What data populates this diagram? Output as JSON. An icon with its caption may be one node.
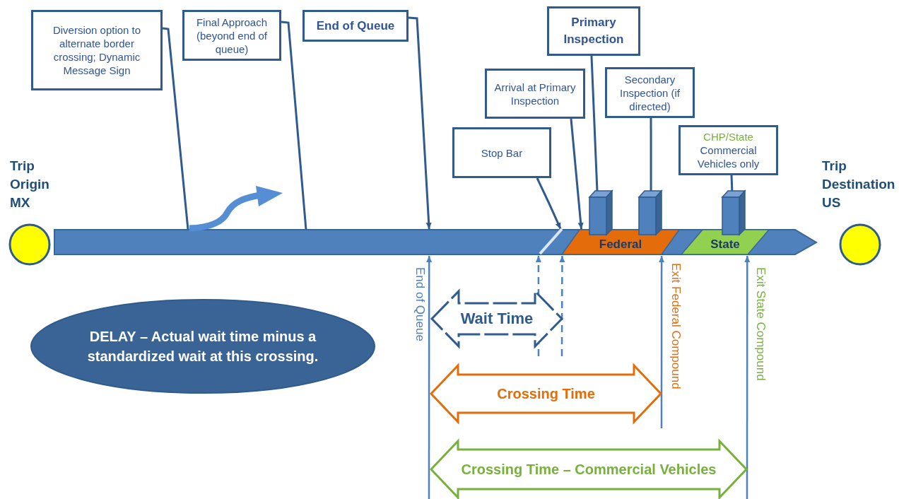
{
  "diagram": {
    "nodes": [
      {
        "text": [
          "Trip Origin MX"
        ]
      },
      {
        "text": [],
        "shape": "bar"
      },
      {
        "text": [
          "Federal"
        ],
        "in": 1
      },
      {
        "text": [
          "State"
        ],
        "in": 1
      },
      {
        "text": [
          "Trip Destination US"
        ]
      },
      {
        "text": [
          "Diversion option to alternate border crossing; Dynamic Message Sign"
        ]
      },
      {
        "text": [
          "Final Approach (beyond end of queue)"
        ]
      },
      {
        "text": [
          "End of Queue"
        ]
      },
      {
        "text": [
          "Primary Inspection"
        ]
      },
      {
        "text": [
          "Arrival at Primary Inspection"
        ]
      },
      {
        "text": [
          "Secondary Inspection (if directed)"
        ]
      },
      {
        "text": [
          "Stop Bar"
        ]
      },
      {
        "text": [
          "CHP/State",
          "Commercial Vehicles only"
        ]
      },
      {
        "text": [],
        "shape": "box"
      },
      {
        "text": [],
        "shape": "box"
      },
      {
        "text": [],
        "shape": "box"
      },
      {
        "text": [
          "Wait Time"
        ]
      },
      {
        "text": [
          "Crossing Time"
        ]
      },
      {
        "text": [
          "Crossing Time – Commercial Vehicles"
        ]
      },
      {
        "text": [
          "DELAY – Actual wait time minus a standardized wait at this crossing."
        ]
      }
    ],
    "edges": [
      {
        "from": 5,
        "to": 1,
        "arrow": "none"
      },
      {
        "from": 6,
        "to": 1,
        "arrow": "none"
      },
      {
        "from": 7,
        "to": 1,
        "arrow": "to"
      },
      {
        "from": 8,
        "to": 13,
        "arrow": "none"
      },
      {
        "from": 9,
        "to": 1,
        "arrow": "to"
      },
      {
        "from": 10,
        "to": 14,
        "arrow": "none"
      },
      {
        "from": 11,
        "to": 1,
        "arrow": "to"
      },
      {
        "from": 12,
        "to": 15,
        "arrow": "none"
      },
      {
        "from": null,
        "to": 1,
        "arrow": "to",
        "label": "End of Queue"
      },
      {
        "from": null,
        "to": 1,
        "arrow": "to",
        "style": "dashed"
      },
      {
        "from": null,
        "to": 1,
        "arrow": "to",
        "style": "dashed"
      },
      {
        "from": null,
        "to": 1,
        "arrow": "to",
        "label": "Exit Federal Compound"
      },
      {
        "from": null,
        "to": 1,
        "arrow": "to",
        "label": "Exit State Compound"
      }
    ]
  }
}
